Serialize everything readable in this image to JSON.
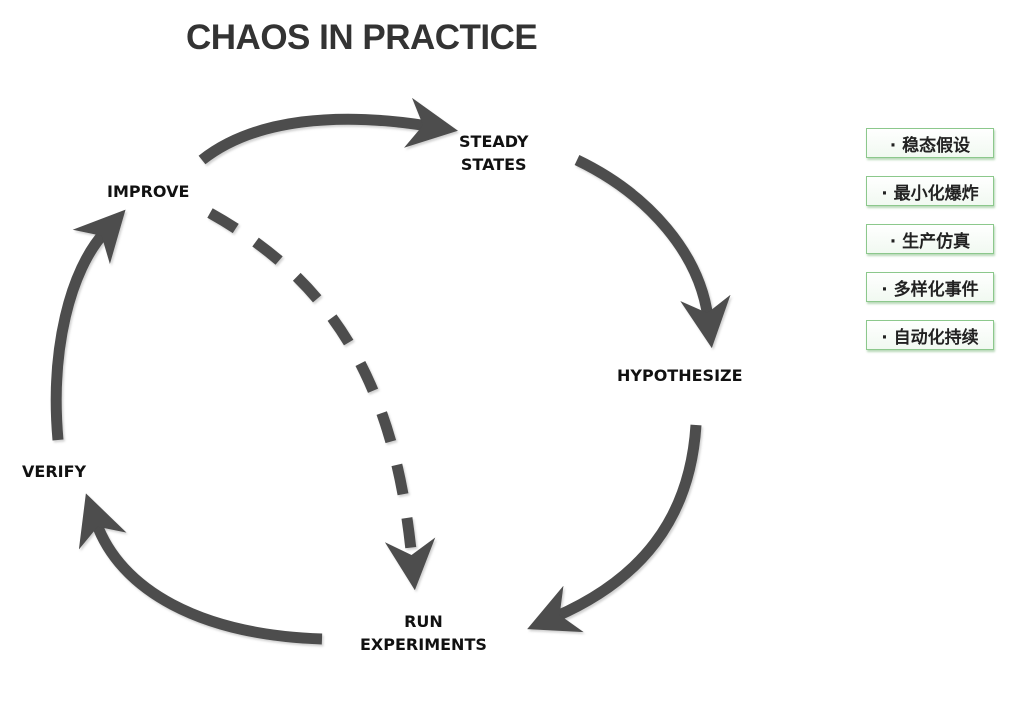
{
  "title": "CHAOS IN PRACTICE",
  "nodes": {
    "steady_states": [
      "STEADY",
      "STATES"
    ],
    "hypothesize": [
      "HYPOTHESIZE"
    ],
    "run_experiments": [
      "RUN",
      "EXPERIMENTS"
    ],
    "verify": [
      "VERIFY"
    ],
    "improve": [
      "IMPROVE"
    ]
  },
  "principles": [
    "· 稳态假设",
    "· 最小化爆炸",
    "· 生产仿真",
    "· 多样化事件",
    "· 自动化持续"
  ],
  "colors": {
    "arrow": "#4d4d4d",
    "title": "#333333",
    "tag_border": "#8cc88c"
  }
}
